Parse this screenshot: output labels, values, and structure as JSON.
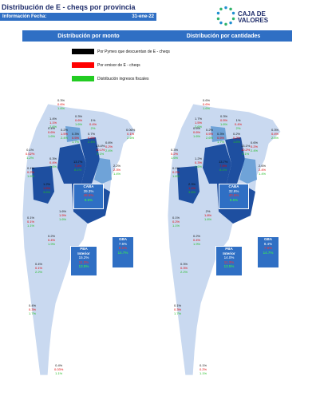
{
  "header": {
    "title": "Distribución de E - cheqs por provincia",
    "info_label": "Información Fecha:",
    "info_date": "31-ene-22",
    "logo_line1": "CAJA DE",
    "logo_line2": "VALORES"
  },
  "sections": {
    "left": "Distribución por monto",
    "right": "Distribución por cantidades"
  },
  "legend": [
    {
      "label": "Por Pymes que descuentan de E - cheqs",
      "color": "#000000"
    },
    {
      "label": "Por emisor de E - cheqs",
      "color": "#ff0000"
    },
    {
      "label": "Distribución ingresos fiscales",
      "color": "#22cc22"
    }
  ],
  "colors": {
    "accent": "#2f6fc4",
    "map_dark": "#1e4fa0",
    "map_light": "#c9d9f0",
    "map_mid": "#6fa3d8"
  },
  "left_map": {
    "jujuy": [
      "0.3%",
      "0.6%",
      "1.6%"
    ],
    "salta": [
      "1.4%",
      "1.1%",
      "2.6%"
    ],
    "formosa": [
      "0.3%",
      "0.6%",
      "1.6%"
    ],
    "misiones": [
      "1%",
      "0.4%",
      "2%"
    ],
    "tucuman": [
      "0.4%",
      "0.6%",
      "1.6%"
    ],
    "catamarca": [
      "0.2%",
      "1.5%",
      "2.4%"
    ],
    "sgo_estero": [
      "0.3%",
      "0.5%",
      "1.7%"
    ],
    "chaco": [
      "0.7%",
      "0.6%",
      "2.4%"
    ],
    "corrientes": [
      "0.6%",
      "0.2%",
      "2.4%"
    ],
    "la_rioja": [
      "0.06%",
      "0.1%",
      "2.6%"
    ],
    "san_juan": [
      "0.1%",
      "0.02%",
      "1.2%"
    ],
    "cordoba": [
      "13.7%",
      "7.4%",
      "8.1%"
    ],
    "santa_fe": [
      "13.4%",
      "10.1%",
      "9.1%"
    ],
    "entre_rios": [
      "2.2%",
      "2.3%",
      "1.4%"
    ],
    "san_luis": [
      "0.1%",
      "0.2%",
      "1.6%"
    ],
    "mendoza": [
      "1.2%",
      "1.5%",
      "3.6%"
    ],
    "la_pampa_left": [
      "0.3%",
      "0.4%",
      "1.6%"
    ],
    "la_pampa": [
      "1.6%",
      "1.5%",
      "1.6%"
    ],
    "neuquen": [
      "0.1%",
      "0.1%",
      "1.1%"
    ],
    "rio_negro": [
      "0.2%",
      "0.4%",
      "1.9%"
    ],
    "chubut": [
      "0.4%",
      "0.1%",
      "2.2%"
    ],
    "santa_cruz": [
      "0.4%",
      "0.3%",
      "1.7%"
    ],
    "tierra_fuego": [
      "0.4%",
      "0.03%",
      "1.1%"
    ],
    "caba": [
      "CABA",
      "39.3%",
      "48.6%",
      "9.5%"
    ],
    "pba": [
      "PBA",
      "Interior",
      "15.2%",
      "11.3%",
      "13.5%"
    ],
    "gba": [
      "GBA",
      "7.6%",
      "8.1%",
      "14.7%"
    ]
  },
  "right_map": {
    "jujuy": [
      "0.6%",
      "0.6%",
      "1.6%"
    ],
    "salta": [
      "1.7%",
      "1.5%",
      "2.6%"
    ],
    "formosa": [
      "0.3%",
      "0.5%",
      "1.6%"
    ],
    "misiones": [
      "1%",
      "0.4%",
      "2%"
    ],
    "tucuman": [
      "0.6%",
      "0.6%",
      "1.6%"
    ],
    "catamarca": [
      "0.2%",
      "0.5%",
      "2.6%"
    ],
    "sgo_estero": [
      "0.3%",
      "0.5%",
      "1.7%"
    ],
    "chaco": [
      "0.2%",
      "0.2%",
      "1.6%"
    ],
    "corrientes": [
      "0.6%",
      "0.2%",
      "2.4%"
    ],
    "la_rioja": [
      "0.3%",
      "0.4%",
      "2.6%"
    ],
    "san_juan": [
      "0.3%",
      "0.2%",
      "1.6%"
    ],
    "cordoba": [
      "13.7%",
      "7.6%",
      "8.1%"
    ],
    "santa_fe": [
      "13.1%",
      "10.2%",
      "9.1%"
    ],
    "entre_rios": [
      "2.6%",
      "2.4%",
      "1.4%"
    ],
    "san_luis": [
      "0.1%",
      "0.2%",
      "1.6%"
    ],
    "mendoza": [
      "2.3%",
      "1.4%",
      "3.6%"
    ],
    "la_pampa_left": [
      "1.2%",
      "0.3%",
      "1.6%"
    ],
    "la_pampa": [
      "2%",
      "1.8%",
      "1.6%"
    ],
    "neuquen": [
      "0.1%",
      "0.2%",
      "1.1%"
    ],
    "rio_negro": [
      "0.2%",
      "0.4%",
      "1.9%"
    ],
    "chubut": [
      "0.3%",
      "0.3%",
      "2.2%"
    ],
    "santa_cruz": [
      "0.1%",
      "0.3%",
      "1.7%"
    ],
    "tierra_fuego": [
      "0.1%",
      "0.2%",
      "1.1%"
    ],
    "caba": [
      "CABA",
      "32.8%",
      "40.6%",
      "9.5%"
    ],
    "pba": [
      "PBA",
      "Interior",
      "14.0%",
      "11.3%",
      "13.5%"
    ],
    "gba": [
      "GBA",
      "8.4%",
      "7.6%",
      "14.7%"
    ]
  }
}
